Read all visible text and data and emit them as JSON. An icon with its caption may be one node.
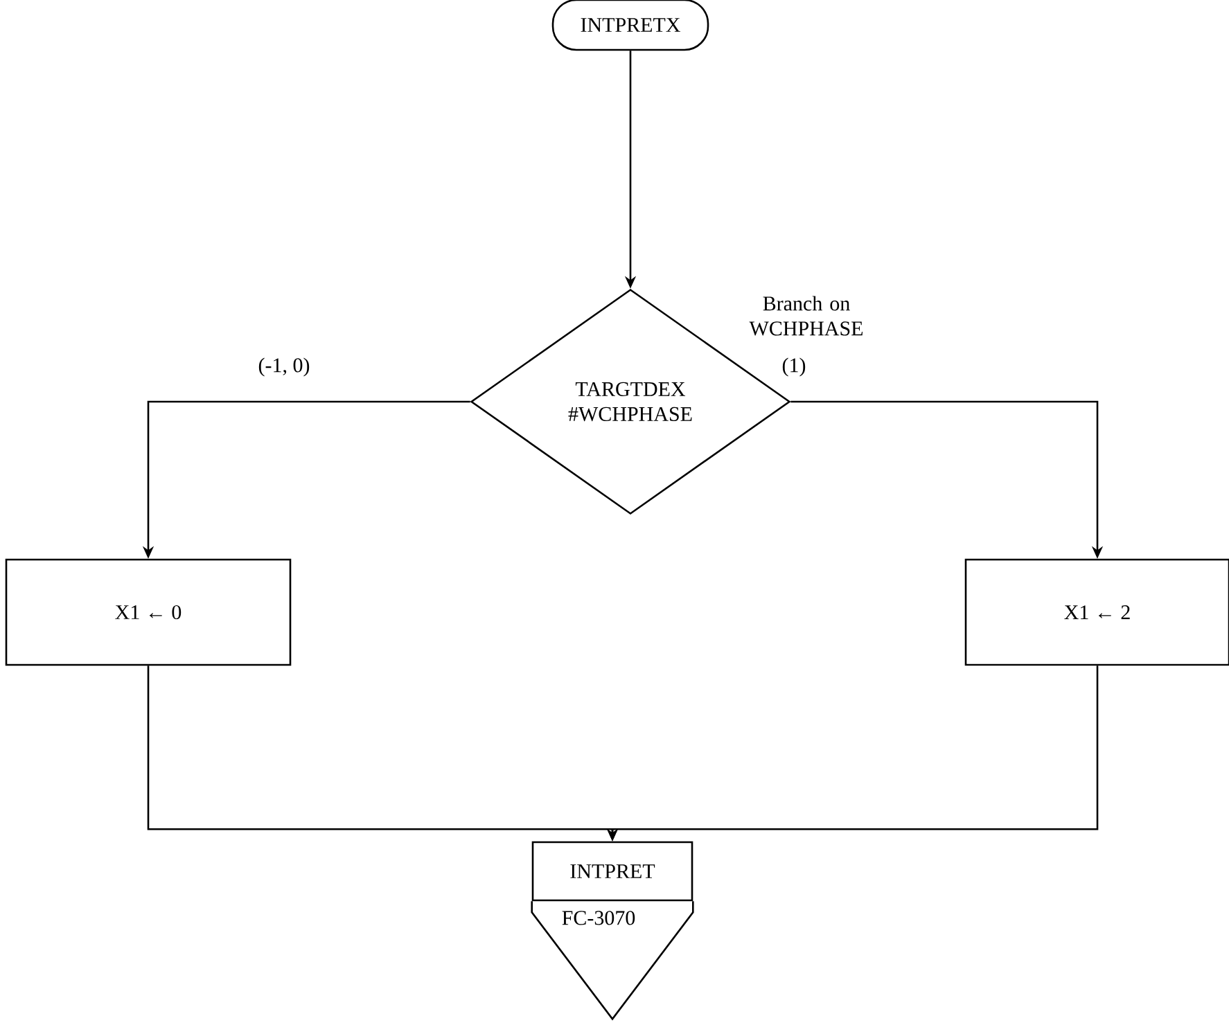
{
  "diagram": {
    "nodes": [
      {
        "text": [
          "INTPRETX"
        ]
      },
      {
        "text": [
          "TARGTDEX #WCHPHASE"
        ]
      },
      {
        "text": [
          "X1 ← 0"
        ]
      },
      {
        "text": [
          "X1 ← 2"
        ]
      },
      {
        "text": [
          "INTPRET",
          "FC-3070"
        ]
      }
    ],
    "edges": [
      {
        "from": 0,
        "to": 1,
        "arrow": "to"
      },
      {
        "from": 1,
        "to": 2,
        "arrow": "to",
        "label": "(-1, 0)"
      },
      {
        "from": 1,
        "to": 3,
        "arrow": "to",
        "label": "(1)"
      },
      {
        "from": 2,
        "to": 4,
        "arrow": "to"
      },
      {
        "from": 3,
        "to": 4,
        "arrow": "to"
      }
    ],
    "labels": [
      "Branch on WCHPHASE"
    ]
  }
}
